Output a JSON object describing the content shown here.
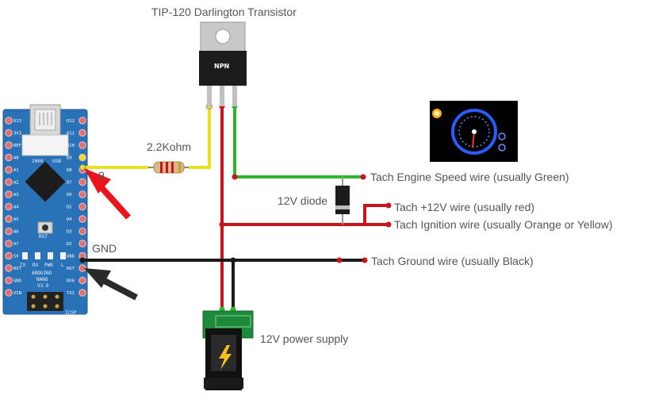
{
  "labels": {
    "transistor": "TIP-120 Darlington Transistor",
    "npn": "NPN",
    "resistor": "2.2Kohm",
    "pin9": "9",
    "gnd": "GND",
    "diode": "12V diode",
    "power_supply": "12V power supply",
    "tach_speed": "Tach Engine Speed wire (usually Green)",
    "tach_12v": "Tach +12V wire (usually red)",
    "tach_ignition": "Tach Ignition wire (usually Orange or Yellow)",
    "tach_ground": "Tach Ground wire (usually Black)"
  },
  "arduino": {
    "name_lines": [
      "ARDUINO",
      "NANO",
      "V3.0"
    ],
    "left_pins": [
      "D12",
      "D11",
      "D10",
      "D9",
      "D8",
      "D7",
      "D6",
      "D5",
      "D4",
      "D3",
      "D2",
      "GND",
      "RST",
      "RX0",
      "TX1"
    ],
    "right_pins": [
      "D13",
      "3V3",
      "REF",
      "A0",
      "A1",
      "A2",
      "A3",
      "A4",
      "A5",
      "A6",
      "A7",
      "5V",
      "RST",
      "GND",
      "VIN"
    ],
    "usb_label": "USB",
    "year_label": "2009",
    "icsp_label": "ICSP",
    "led_labels": [
      "TX",
      "RX",
      "PWR",
      "L"
    ],
    "rst_label": "RST"
  },
  "colors": {
    "board": "#2a72b8",
    "wire_red": "#c8141e",
    "wire_green": "#2eb52e",
    "wire_yellow": "#e8e020",
    "wire_black": "#1a1a1a",
    "arrow_red": "#e8141e",
    "arrow_black": "#2a2a2a",
    "gauge_blue": "#2a5cff"
  },
  "icons": {
    "tachometer": "tachometer-icon",
    "power_jack": "power-jack-icon",
    "lightning": "lightning-bolt-icon"
  }
}
